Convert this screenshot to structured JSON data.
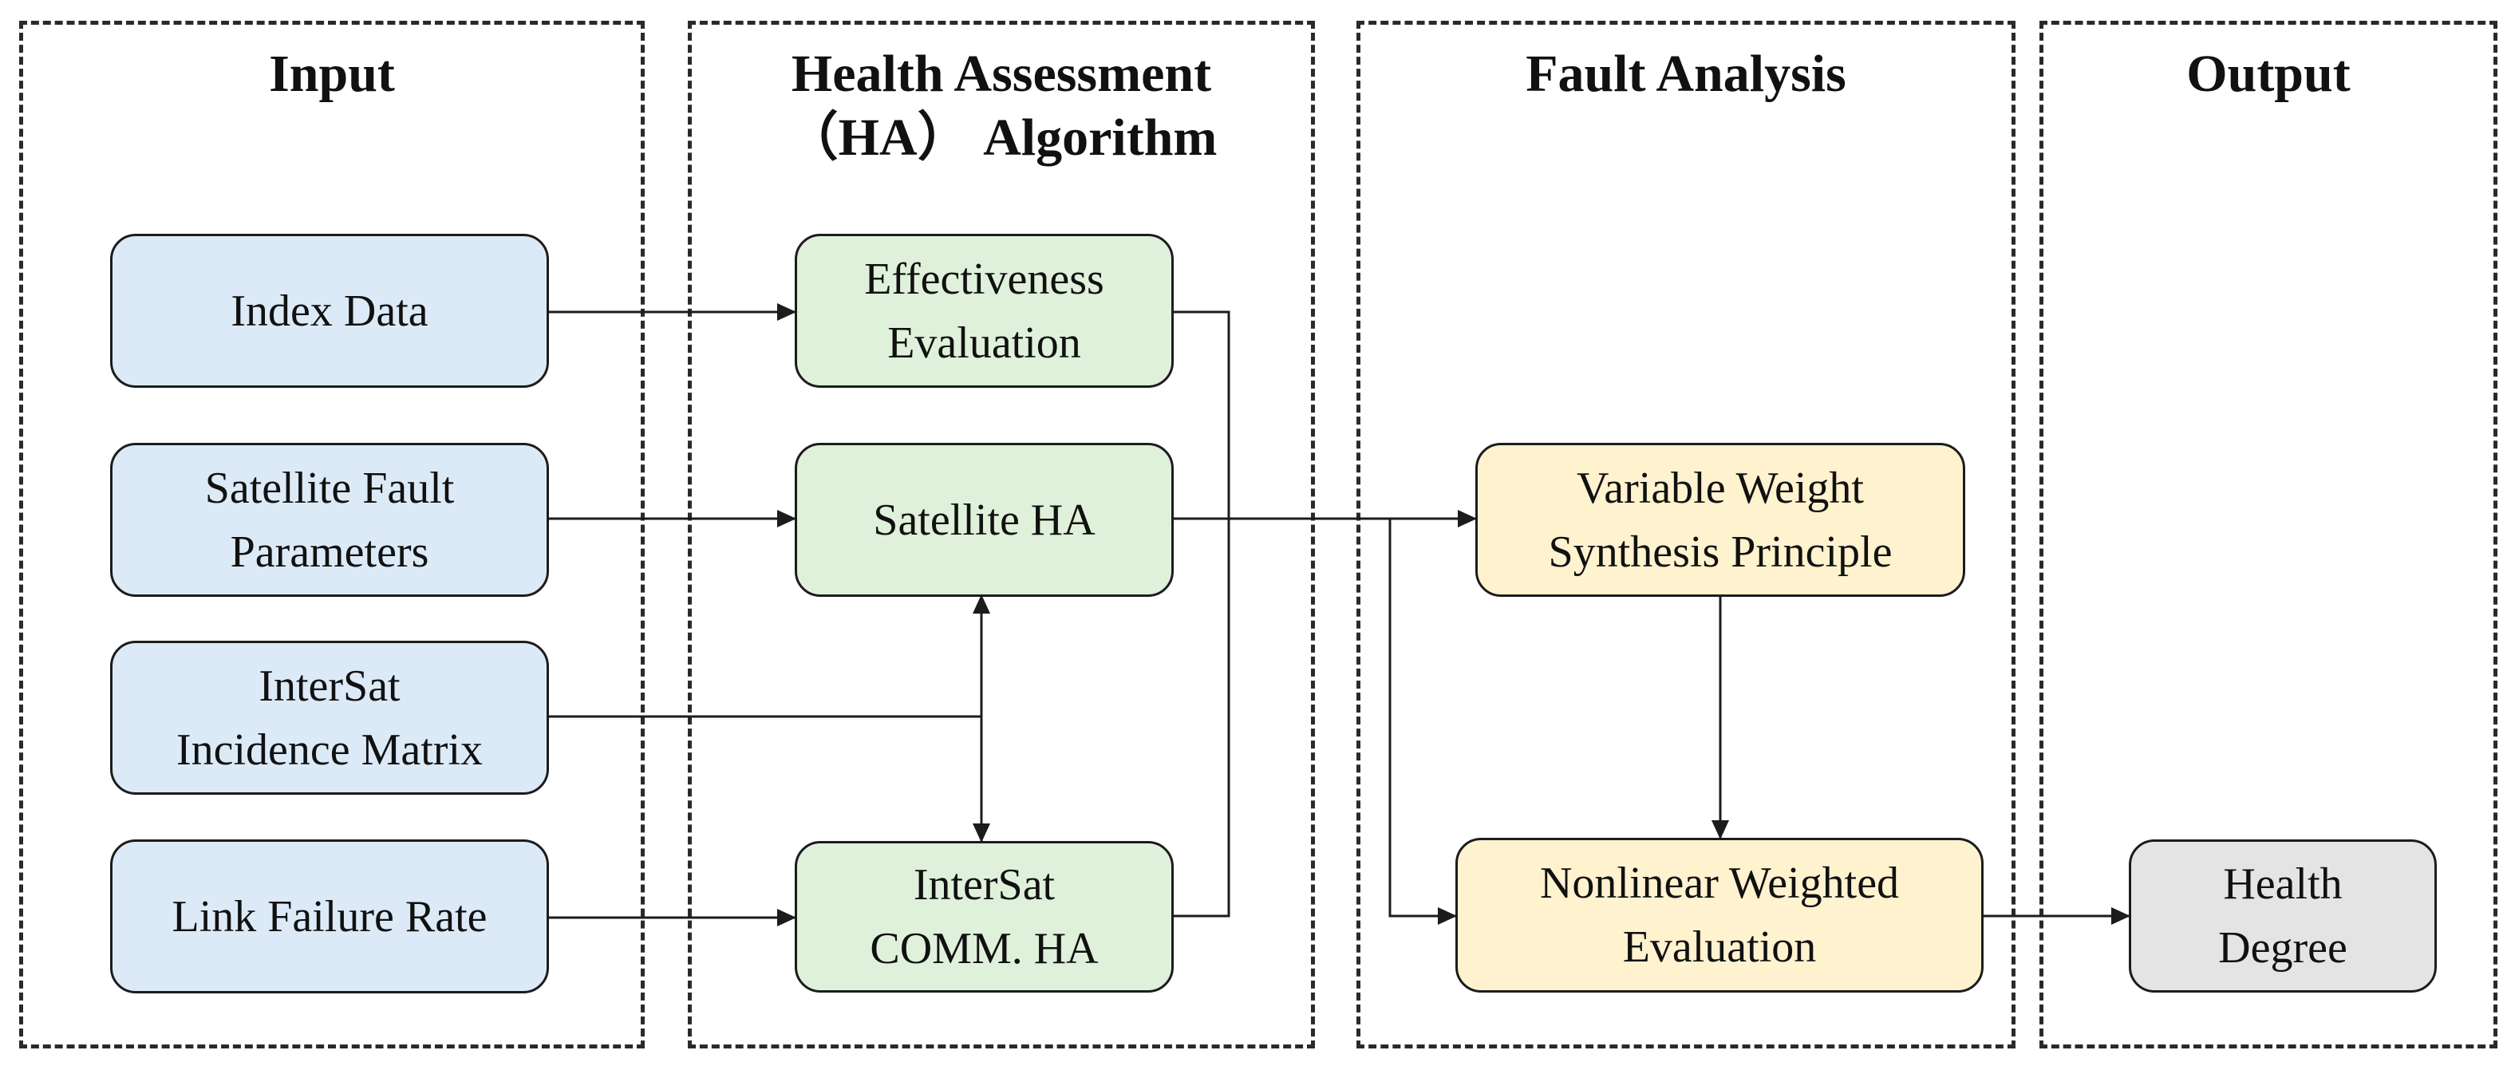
{
  "panels": {
    "input": {
      "title": "Input"
    },
    "ha": {
      "title": "Health Assessment\n（HA） Algorithm"
    },
    "fault": {
      "title": "Fault Analysis"
    },
    "output": {
      "title": "Output"
    }
  },
  "nodes": {
    "index_data": "Index Data",
    "sat_fault_params": "Satellite Fault\nParameters",
    "intersat_matrix": "InterSat\nIncidence Matrix",
    "link_failure_rate": "Link Failure Rate",
    "effectiveness_eval": "Effectiveness\nEvaluation",
    "satellite_ha": "Satellite HA",
    "intersat_comm_ha": "InterSat\nCOMM. HA",
    "variable_weight": "Variable Weight\nSynthesis Principle",
    "nonlinear_eval": "Nonlinear Weighted\nEvaluation",
    "health_degree": "Health\nDegree"
  },
  "colors": {
    "input_fill": "#dceaf7",
    "ha_fill": "#dff1da",
    "fault_fill": "#fff2cf",
    "output_fill": "#e4e4e4",
    "stroke": "#1c1c1c"
  }
}
